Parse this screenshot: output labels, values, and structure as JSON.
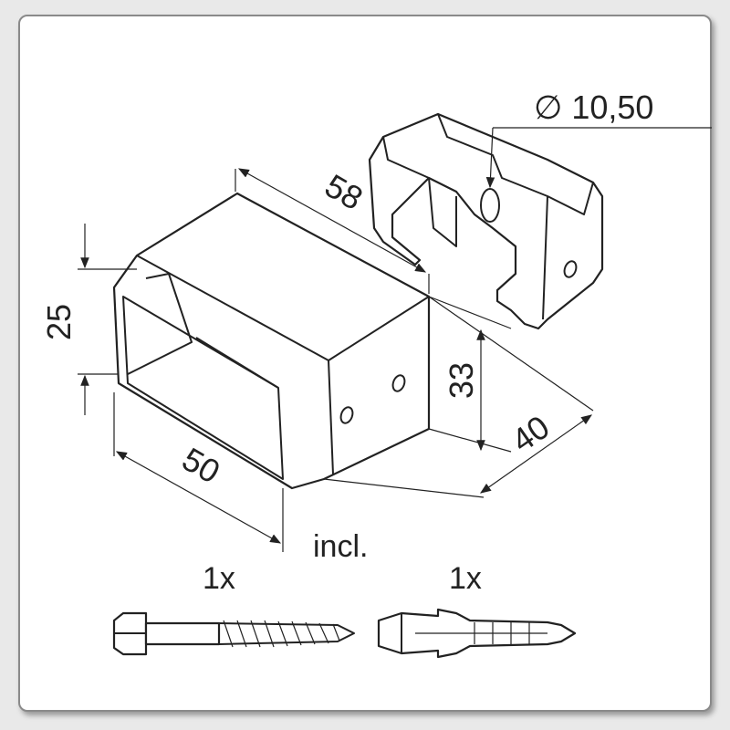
{
  "title": "Rectangular tube wall bracket dimension drawing",
  "dimensions": {
    "hole_diameter": "∅ 10,50",
    "length": "58",
    "height_inner": "25",
    "height_outer": "33",
    "depth": "40",
    "width": "50"
  },
  "included": {
    "label": "incl.",
    "screw_qty": "1x",
    "dowel_qty": "1x"
  }
}
